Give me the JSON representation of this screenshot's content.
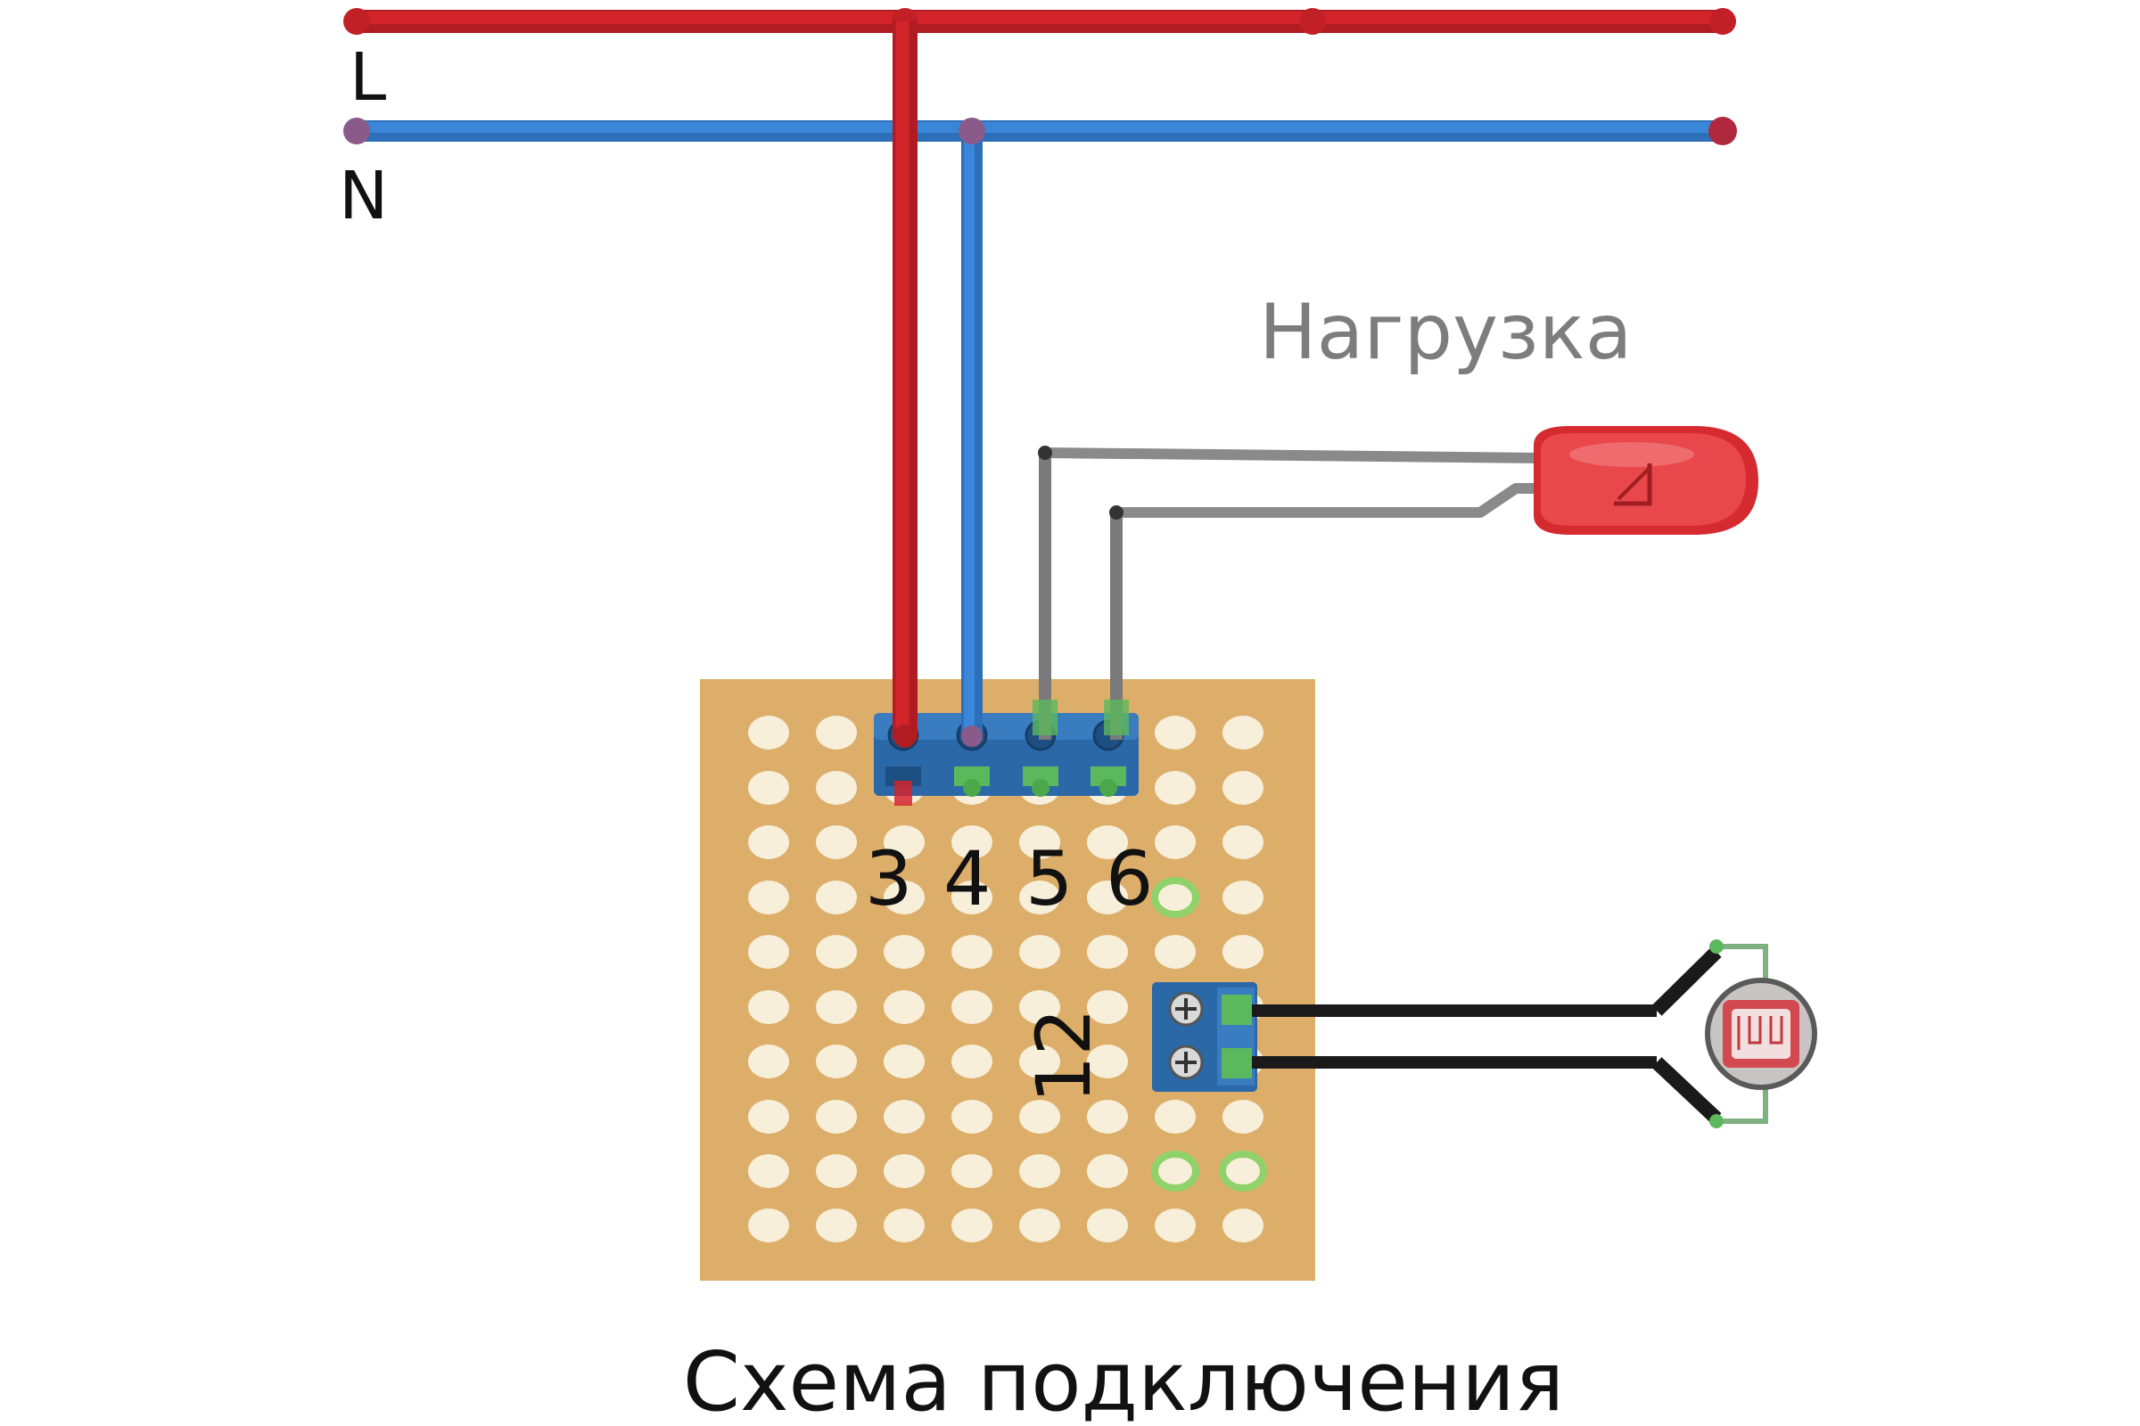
{
  "labels": {
    "line_l": "L",
    "line_n": "N",
    "load": "Нагрузка",
    "caption": "Схема подключения",
    "pin3": "3",
    "pin4": "4",
    "pin5": "5",
    "pin6": "6",
    "pins_12": "12"
  },
  "colors": {
    "phase_wire": "#d3232b",
    "neutral_wire": "#3a86d8",
    "load_wire": "#8a8a8a",
    "sensor_wire": "#222222",
    "board": "#dcae6a",
    "pad": "#f7efd9",
    "terminal": "#2a68a8",
    "terminal_contact": "#5cb85c",
    "lamp": "#e0383c",
    "load_label": "#7d7d7d"
  },
  "icons": {
    "lamp": "led-lamp-icon",
    "sensor": "photoresistor-icon"
  }
}
